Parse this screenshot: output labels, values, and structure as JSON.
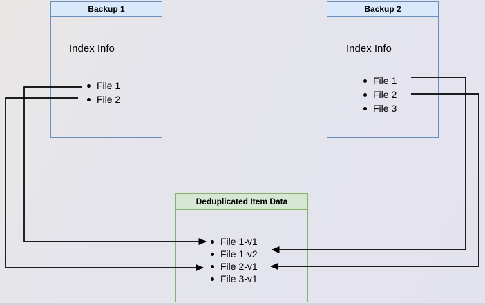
{
  "diagram": {
    "background_hint": "light lavender canvas",
    "colors": {
      "blue_fill": "#dae8fc",
      "blue_stroke": "#6c8ebf",
      "green_fill": "#d5e8d4",
      "green_stroke": "#82b366",
      "connector": "#000000"
    },
    "boxes": {
      "backup1": {
        "title": "Backup 1",
        "subtitle": "Index Info",
        "items": [
          "File 1",
          "File 2"
        ]
      },
      "backup2": {
        "title": "Backup 2",
        "subtitle": "Index Info",
        "items": [
          "File 1",
          "File 2",
          "File 3"
        ]
      },
      "dedup": {
        "title": "Deduplicated Item Data",
        "items": [
          "File 1-v1",
          "File 1-v2",
          "File 2-v1",
          "File 3-v1"
        ]
      }
    },
    "connections": [
      {
        "from": "Backup 1 / File 1",
        "to": "Deduplicated Item Data / File 1-v1",
        "route": "left"
      },
      {
        "from": "Backup 1 / File 2",
        "to": "Deduplicated Item Data / File 2-v1",
        "route": "left"
      },
      {
        "from": "Backup 2 / File 1",
        "to": "Deduplicated Item Data / File 1-v2",
        "route": "right"
      },
      {
        "from": "Backup 2 / File 2",
        "to": "Deduplicated Item Data / File 2-v1",
        "route": "right"
      }
    ]
  }
}
